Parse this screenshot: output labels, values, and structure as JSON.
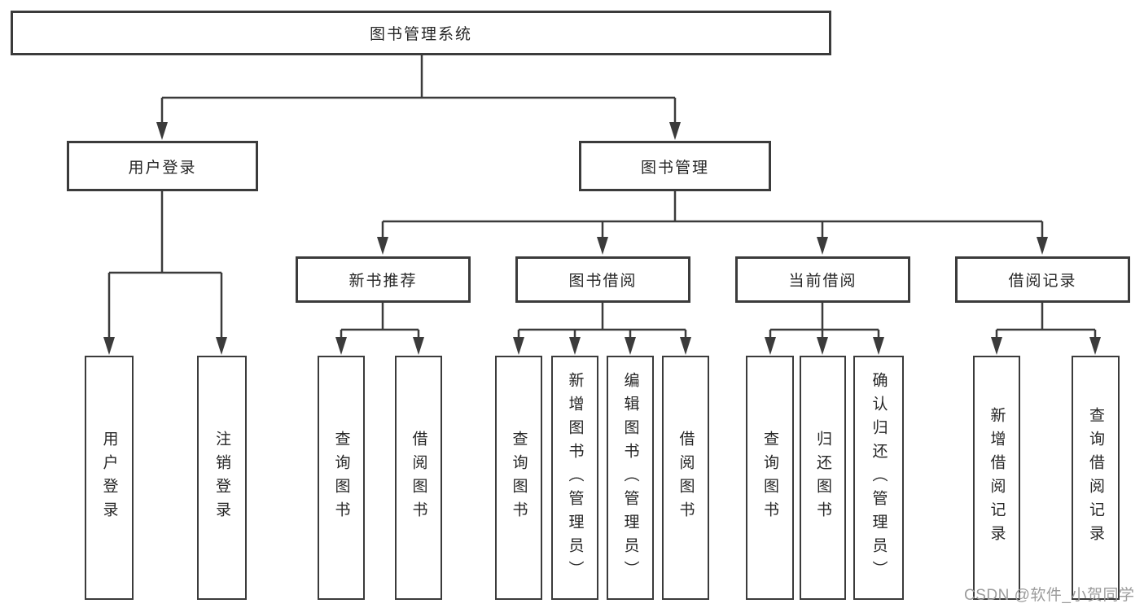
{
  "nodes": {
    "root": "图书管理系统",
    "user_login": "用户登录",
    "book_mgmt": "图书管理",
    "new_book": "新书推荐",
    "book_borrow": "图书借阅",
    "current_borrow": "当前借阅",
    "borrow_record": "借阅记录",
    "ul_leaf1": "用户登录",
    "ul_leaf2": "注销登录",
    "nb_leaf1": "查询图书",
    "nb_leaf2": "借阅图书",
    "bb_leaf1": "查询图书",
    "bb_leaf2": "新增图书（管理员）",
    "bb_leaf3": "编辑图书（管理员）",
    "bb_leaf4": "借阅图书",
    "cb_leaf1": "查询图书",
    "cb_leaf2": "归还图书",
    "cb_leaf3": "确认归还（管理员）",
    "br_leaf1": "新增借阅记录",
    "br_leaf2": "查询借阅记录"
  },
  "watermark": {
    "text": "CSDN @软件_小贺同学"
  },
  "colors": {
    "line": "#3b3b3b",
    "box_border": "#3b3b3b",
    "text": "#262626",
    "watermark": "#9c9c9c",
    "background": "#ffffff"
  }
}
